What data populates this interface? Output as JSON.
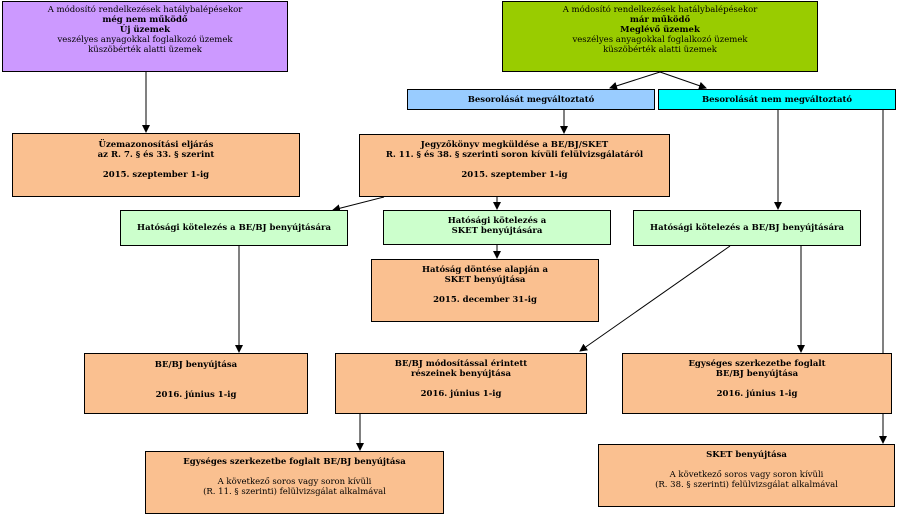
{
  "boxes": {
    "new_plants": {
      "line1": "A módosító rendelkezések hatálybalépésekor",
      "line2": "még nem működő",
      "line3": "Új üzemek",
      "line4": "veszélyes anyagokkal foglalkozó üzemek",
      "line5": "küszöbérték alatti üzemek"
    },
    "existing_plants": {
      "line1": "A módosító rendelkezések hatálybalépésekor",
      "line2": "már működő",
      "line3": "Meglévő üzemek",
      "line4": "veszélyes anyagokkal foglalkozó üzemek",
      "line5": "küszöbérték alatti üzemek"
    },
    "reclass_changing": {
      "label": "Besorolását megváltoztató"
    },
    "reclass_not_changing": {
      "label": "Besorolását nem megváltoztató"
    },
    "identification_procedure": {
      "line1": "Üzemazonosítási eljárás",
      "line2": "az R. 7. § és 33. § szerint",
      "line3": "2015. szeptember 1-ig"
    },
    "protocol_sending": {
      "line1": "Jegyzőkönyv megküldése a BE/BJ/SKET",
      "line2": "R. 11. § és 38. § szerinti soron kívüli felülvizsgálatáról",
      "line3": "2015. szeptember 1-ig"
    },
    "auth_obligation_left": {
      "label": "Hatósági kötelezés a BE/BJ benyújtására"
    },
    "auth_obligation_sket": {
      "line1": "Hatósági kötelezés a",
      "line2": "SKET benyújtására"
    },
    "auth_obligation_right": {
      "label": "Hatósági kötelezés a BE/BJ benyújtására"
    },
    "sket_decision": {
      "line1": "Hatóság döntése alapján a",
      "line2": "SKET benyújtása",
      "line3": "2015. december 31-ig"
    },
    "bebj_submission": {
      "line1": "BE/BJ benyújtása",
      "line2": "2016. június 1-ig"
    },
    "bebj_modified": {
      "line1": "BE/BJ módosítással érintett",
      "line2": "részeinek benyújtása",
      "line3": "2016. június 1-ig"
    },
    "consolidated_right": {
      "line1": "Egységes szerkezetbe foglalt",
      "line2": "BE/BJ benyújtása",
      "line3": "2016. június 1-ig"
    },
    "consolidated_bottom": {
      "line1": "Egységes szerkezetbe foglalt BE/BJ benyújtása",
      "line2": "A következő soros vagy soron kívüli",
      "line3": "(R. 11. § szerinti) felülvizsgálat alkalmával"
    },
    "sket_submission": {
      "line1": "SKET benyújtása",
      "line2": "A következő soros vagy soron kívüli",
      "line3": "(R. 38. § szerinti) felülvizsgálat alkalmával"
    }
  }
}
